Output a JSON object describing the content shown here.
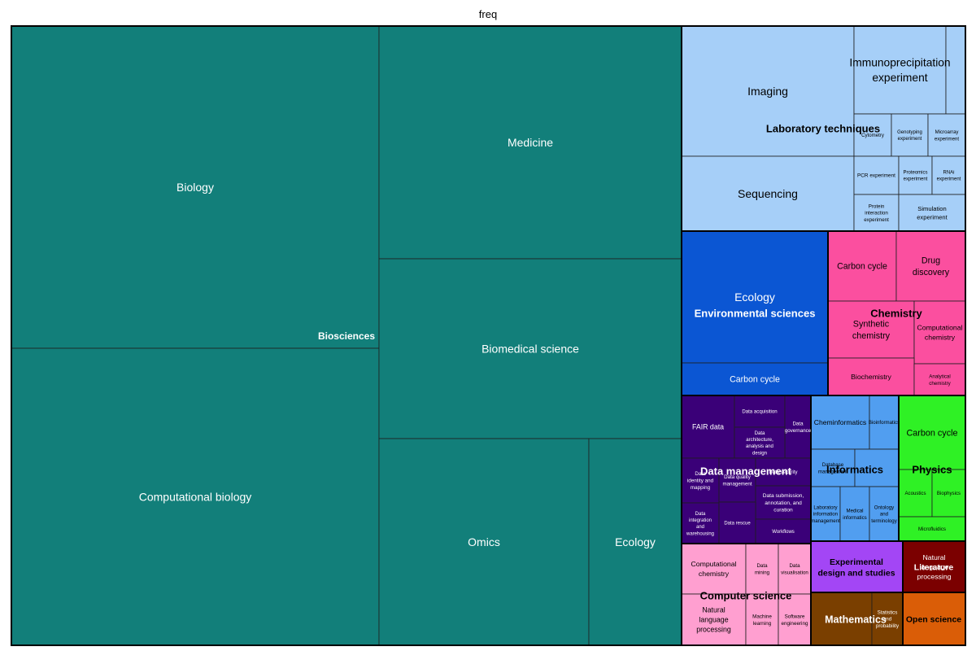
{
  "chart_data": {
    "type": "treemap",
    "title": "freq",
    "groups": [
      {
        "name": "Biosciences",
        "color": "#127f7a",
        "text_color": "#ffffff",
        "children": [
          {
            "name": "Biology"
          },
          {
            "name": "Computational biology"
          },
          {
            "name": "Medicine"
          },
          {
            "name": "Biomedical science"
          },
          {
            "name": "Omics"
          },
          {
            "name": "Ecology"
          }
        ]
      },
      {
        "name": "Laboratory techniques",
        "color": "#a6cff8",
        "text_color": "#000000",
        "children": [
          {
            "name": "Imaging"
          },
          {
            "name": "Immunoprecipitation experiment"
          },
          {
            "name": ""
          },
          {
            "name": "Cytometry"
          },
          {
            "name": "Genotyping experiment"
          },
          {
            "name": "Microarray experiment"
          },
          {
            "name": "Sequencing"
          },
          {
            "name": "PCR experiment"
          },
          {
            "name": "Proteomics experiment"
          },
          {
            "name": "RNAi experiment"
          },
          {
            "name": "Protein interaction experiment"
          },
          {
            "name": "Simulation experiment"
          }
        ]
      },
      {
        "name": "Environmental sciences",
        "color": "#0b56d3",
        "text_color": "#ffffff",
        "children": [
          {
            "name": "Ecology"
          },
          {
            "name": "Carbon cycle"
          }
        ]
      },
      {
        "name": "Chemistry",
        "color": "#fb4f9f",
        "text_color": "#000000",
        "children": [
          {
            "name": "Carbon cycle"
          },
          {
            "name": "Drug discovery"
          },
          {
            "name": "Synthetic chemistry"
          },
          {
            "name": "Computational chemistry"
          },
          {
            "name": "Biochemistry"
          },
          {
            "name": "Analytical chemistry"
          }
        ]
      },
      {
        "name": "Data management",
        "color": "#3a0078",
        "text_color": "#ffffff",
        "children": [
          {
            "name": "FAIR data"
          },
          {
            "name": "Data acquisition"
          },
          {
            "name": "Data governance"
          },
          {
            "name": "Data architecture, analysis and design"
          },
          {
            "name": "Data identity and mapping"
          },
          {
            "name": "Data quality management"
          },
          {
            "name": "Data security"
          },
          {
            "name": "Data submission, annotation, and curation"
          },
          {
            "name": "Data integration and warehousing"
          },
          {
            "name": "Data rescue"
          },
          {
            "name": "Workflows"
          }
        ]
      },
      {
        "name": "Informatics",
        "color": "#519ef0",
        "text_color": "#000000",
        "children": [
          {
            "name": "Cheminformatics"
          },
          {
            "name": "Bioinformatics"
          },
          {
            "name": "Database management"
          },
          {
            "name": ""
          },
          {
            "name": "Laboratory information management"
          },
          {
            "name": "Medical informatics"
          },
          {
            "name": "Ontology and terminology"
          }
        ]
      },
      {
        "name": "Physics",
        "color": "#2ff125",
        "text_color": "#000000",
        "children": [
          {
            "name": "Carbon cycle"
          },
          {
            "name": "Acoustics"
          },
          {
            "name": "Biophysics"
          },
          {
            "name": "Microfluidics"
          }
        ]
      },
      {
        "name": "Computer science",
        "color": "#ff9fd0",
        "text_color": "#000000",
        "children": [
          {
            "name": "Computational chemistry"
          },
          {
            "name": "Data mining"
          },
          {
            "name": "Data visualisation"
          },
          {
            "name": "Natural language processing"
          },
          {
            "name": "Machine learning"
          },
          {
            "name": "Software engineering"
          }
        ]
      },
      {
        "name": "Experimental design and studies",
        "color": "#a346f5",
        "text_color": "#000000",
        "children": [
          {
            "name": ""
          }
        ]
      },
      {
        "name": "Literature",
        "color": "#7b0000",
        "text_color": "#ffffff",
        "children": [
          {
            "name": "Natural language processing"
          }
        ]
      },
      {
        "name": "Mathematics",
        "color": "#7a3f00",
        "text_color": "#ffffff",
        "children": [
          {
            "name": ""
          },
          {
            "name": "Statistics and probability"
          }
        ]
      },
      {
        "name": "Open science",
        "color": "#da5d07",
        "text_color": "#000000",
        "children": [
          {
            "name": ""
          }
        ]
      }
    ]
  }
}
